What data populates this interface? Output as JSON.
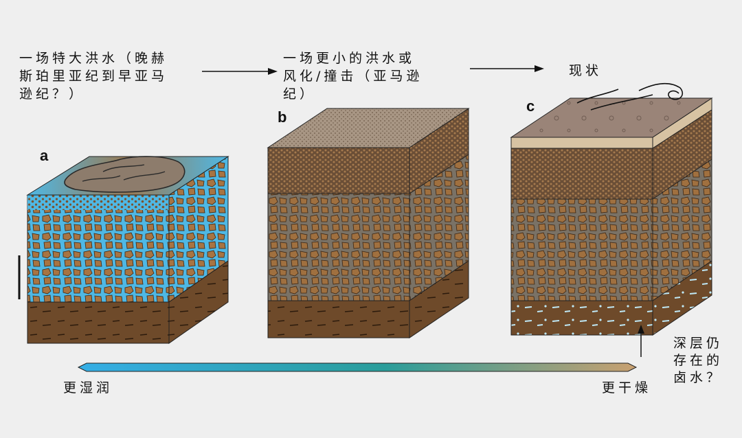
{
  "stages": [
    {
      "letter": "a",
      "caption": "一场特大洪水（晚赫\n斯珀里亚纪到早亚马\n逊纪？）"
    },
    {
      "letter": "b",
      "caption": "一场更小的洪水或\n风化/撞击（亚马逊\n纪）"
    },
    {
      "letter": "c",
      "caption": "现状"
    }
  ],
  "annotations": {
    "brine": "深层仍\n存在的\n卤水？",
    "wetter": "更湿润",
    "drier": "更干燥"
  },
  "colors": {
    "water": "#4fb8e4",
    "sediment": "#9a6a3e",
    "bedrock": "#6e4a2a",
    "surface": "#9a8a7c",
    "gradient_start": "#35aee6",
    "gradient_end": "#c9a070"
  }
}
